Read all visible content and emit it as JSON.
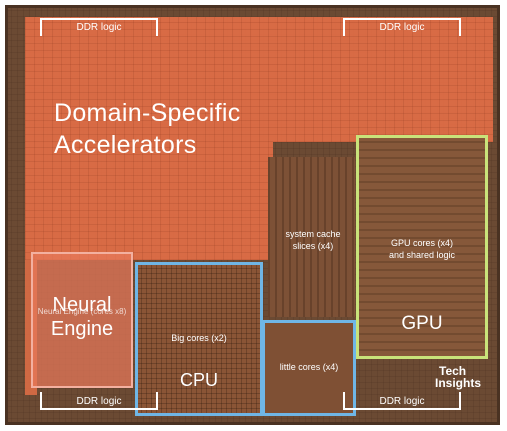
{
  "title": "Domain-Specific Accelerators",
  "ddr": {
    "label": "DDR logic"
  },
  "neural_engine": {
    "label": "Neural Engine",
    "sub": "Neural Engine (cores x8)"
  },
  "cpu": {
    "label": "CPU",
    "big_cores": "Big cores (x2)",
    "little_cores": "little cores (x4)"
  },
  "system_cache": {
    "line1": "system cache",
    "line2": "slices (x4)"
  },
  "gpu": {
    "label": "GPU",
    "cores_line1": "GPU cores (x4)",
    "cores_line2": "and shared logic"
  },
  "logo": {
    "line1": "Tech",
    "line2": "Insights"
  },
  "colors": {
    "accelerator": "#e26e46",
    "cpu_outline": "#6fb6e6",
    "gpu_outline": "#c9e37a",
    "neural_outline": "#f3b0a0"
  }
}
